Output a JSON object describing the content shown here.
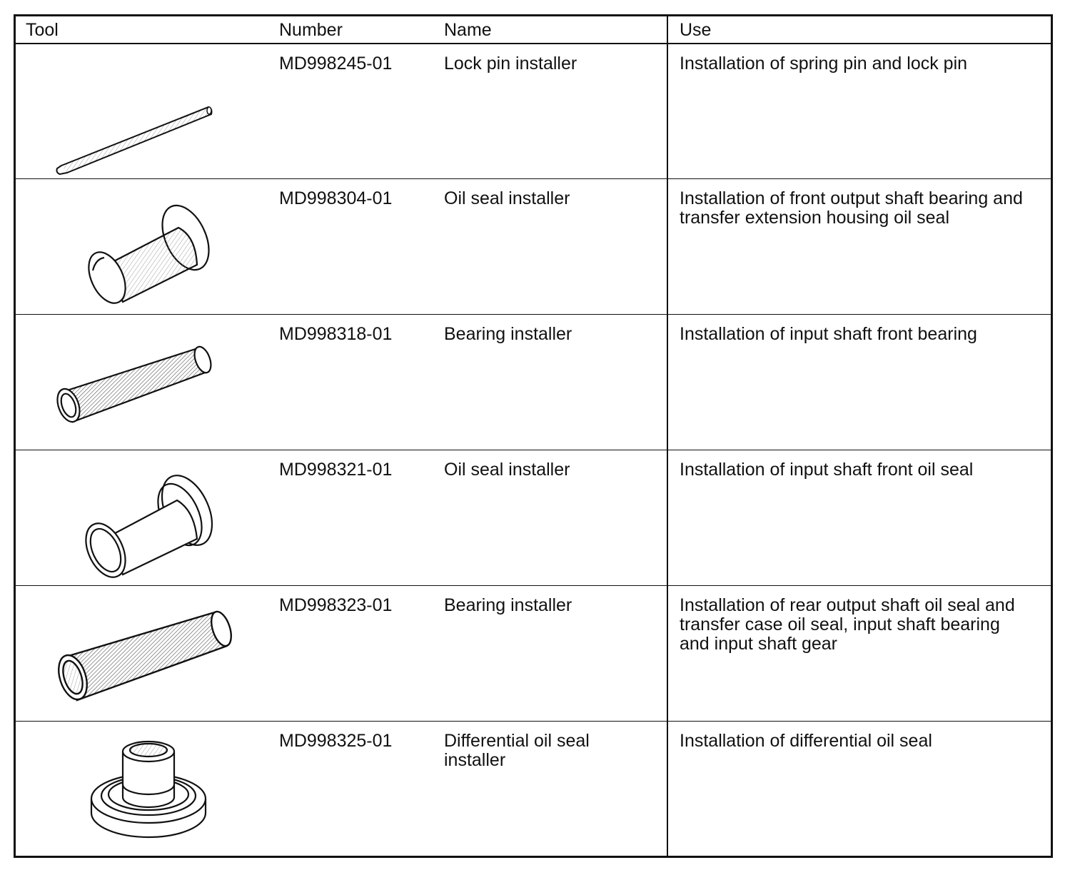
{
  "headers": {
    "tool": "Tool",
    "number": "Number",
    "name": "Name",
    "use": "Use"
  },
  "rows": [
    {
      "number": "MD998245-01",
      "name": "Lock pin installer",
      "use": "Installation of spring pin and lock pin",
      "icon": "lock-pin-installer-icon"
    },
    {
      "number": "MD998304-01",
      "name": "Oil seal installer",
      "use": "Installation of front output shaft bearing and transfer extension housing oil seal",
      "icon": "oil-seal-installer-icon"
    },
    {
      "number": "MD998318-01",
      "name": "Bearing installer",
      "use": "Installation of input shaft front bearing",
      "icon": "bearing-installer-tube-icon"
    },
    {
      "number": "MD998321-01",
      "name": "Oil seal installer",
      "use": "Installation of input shaft front oil seal",
      "icon": "oil-seal-installer-icon"
    },
    {
      "number": "MD998323-01",
      "name": "Bearing installer",
      "use": "Installation of rear output shaft oil seal and transfer case oil seal, input shaft bearing and input shaft gear",
      "icon": "bearing-installer-tube-icon"
    },
    {
      "number": "MD998325-01",
      "name": "Differential oil seal installer",
      "use": "Installation of differential oil seal",
      "icon": "differential-oil-seal-installer-icon"
    }
  ]
}
